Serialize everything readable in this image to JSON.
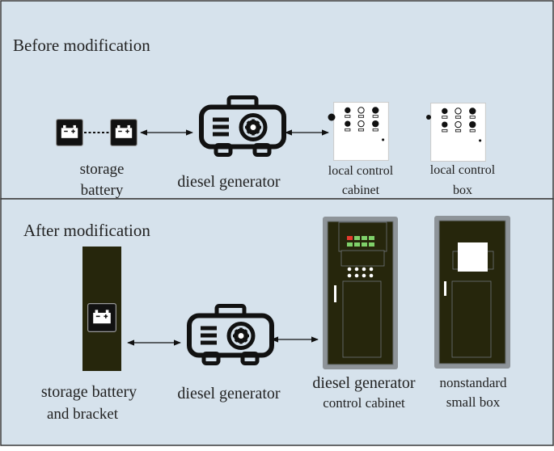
{
  "colors": {
    "panel_fill": "#d6e2ec",
    "border": "#3a3a3a",
    "icon_black": "#111111",
    "cabinet_dark": "#26260c",
    "cabinet_frame": "#8e9499",
    "led_red": "#e53b2e",
    "led_green": "#7fd16a",
    "white": "#ffffff"
  },
  "top_section": {
    "title": "Before modification",
    "storage_battery": {
      "line1": "storage",
      "line2": "battery"
    },
    "diesel_generator": "diesel generator",
    "local_control_cabinet": {
      "line1": "local control",
      "line2": "cabinet"
    },
    "local_control_box": {
      "line1": "local control",
      "line2": "box"
    }
  },
  "bottom_section": {
    "title": "After modification",
    "battery_bracket": {
      "line1": "storage battery",
      "line2": "and bracket"
    },
    "diesel_generator": "diesel generator",
    "control_cabinet": {
      "line1": "diesel generator",
      "line2": "control cabinet"
    },
    "small_box": {
      "line1": "nonstandard",
      "line2": "small box"
    }
  },
  "icons": {
    "battery": "battery-icon",
    "generator": "generator-icon",
    "cabinet": "control-cabinet-icon",
    "box": "control-box-icon",
    "arrow": "double-arrow"
  }
}
